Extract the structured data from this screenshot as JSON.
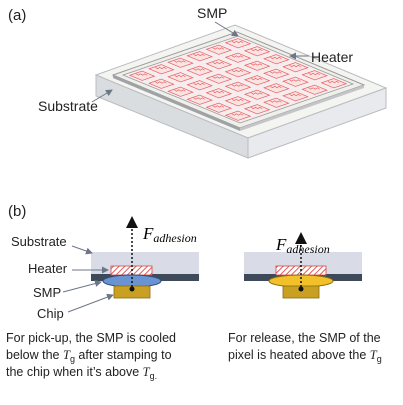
{
  "panels": {
    "a": {
      "label": "(a)",
      "callouts": {
        "smp": "SMP",
        "heater": "Heater",
        "substrate": "Substrate"
      }
    },
    "b": {
      "label": "(b)",
      "left": {
        "callouts": {
          "substrate": "Substrate",
          "heater": "Heater",
          "smp": "SMP",
          "chip": "Chip"
        },
        "force": {
          "symbol": "F",
          "subscript": "adhesion"
        },
        "caption": {
          "line1": "For pick-up, the SMP is cooled",
          "line2_pre": "below the ",
          "line2_sym": "T",
          "line2_sub": "g",
          "line2_post": " after stamping to",
          "line3_pre": "the chip when it’s above ",
          "line3_sym": "T",
          "line3_sub": "g."
        }
      },
      "right": {
        "force": {
          "symbol": "F",
          "subscript": "adhesion"
        },
        "caption": {
          "line1": "For release, the SMP of the",
          "line2_pre": "pixel is heated above the ",
          "line2_sym": "T",
          "line2_sub": "g"
        }
      }
    }
  },
  "colors": {
    "substrate": "#d9dce6",
    "smp_layer": "#3e4a59",
    "smp_cool": "#6a93d1",
    "smp_hot": "#f2c028",
    "heater": "#e35a5a",
    "chip": "#c9a022"
  }
}
